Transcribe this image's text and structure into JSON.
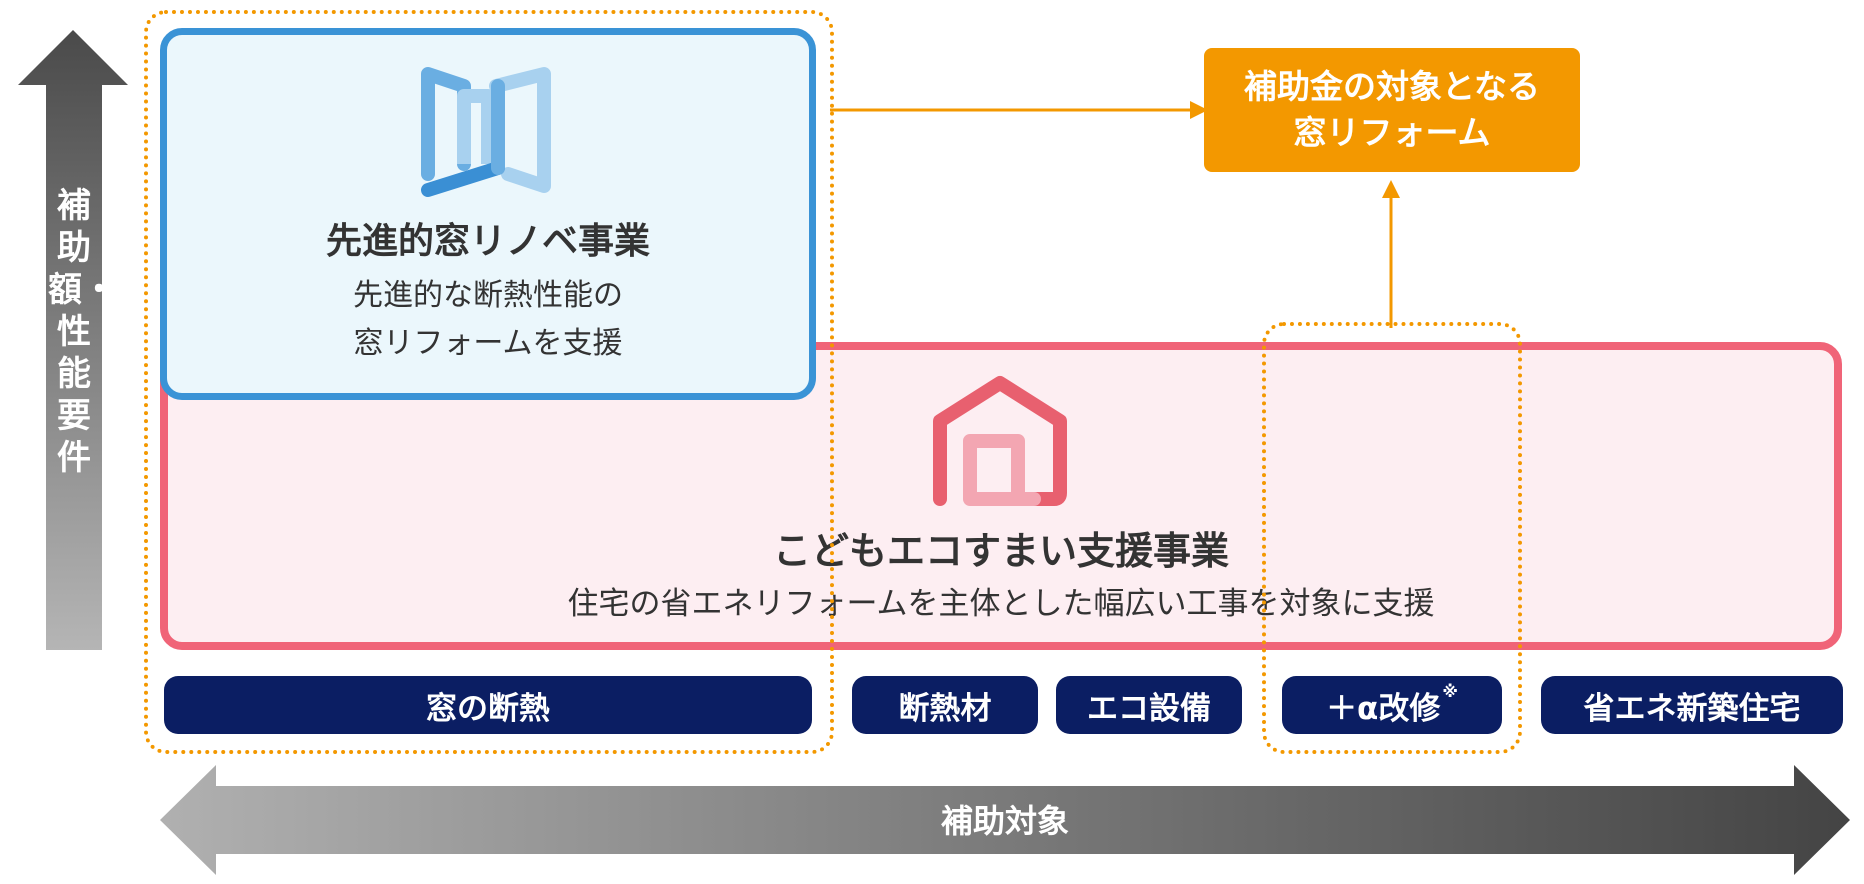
{
  "axes": {
    "vertical_label": "補助額・性能要件",
    "horizontal_label": "補助対象"
  },
  "advanced_program": {
    "title": "先進的窓リノベ事業",
    "description_line1": "先進的な断熱性能の",
    "description_line2": "窓リフォームを支援",
    "icon": "window-icon"
  },
  "kodomo_program": {
    "title": "こどもエコすまい支援事業",
    "description": "住宅の省エネリフォームを主体とした幅広い工事を対象に支援",
    "icon": "house-icon"
  },
  "target": {
    "line1": "補助金の対象となる",
    "line2": "窓リフォーム"
  },
  "categories": [
    {
      "label": "窓の断熱"
    },
    {
      "label": "断熱材"
    },
    {
      "label": "エコ設備"
    },
    {
      "label": "＋α改修",
      "mark": "※"
    },
    {
      "label": "省エネ新築住宅"
    }
  ],
  "colors": {
    "blue_border": "#3a93d6",
    "blue_fill": "#ebf7fc",
    "pink_border": "#f06478",
    "pink_fill": "#fdeef2",
    "orange": "#f39800",
    "navy": "#0b1e63",
    "arrow_gray": "#6e6e6e"
  }
}
